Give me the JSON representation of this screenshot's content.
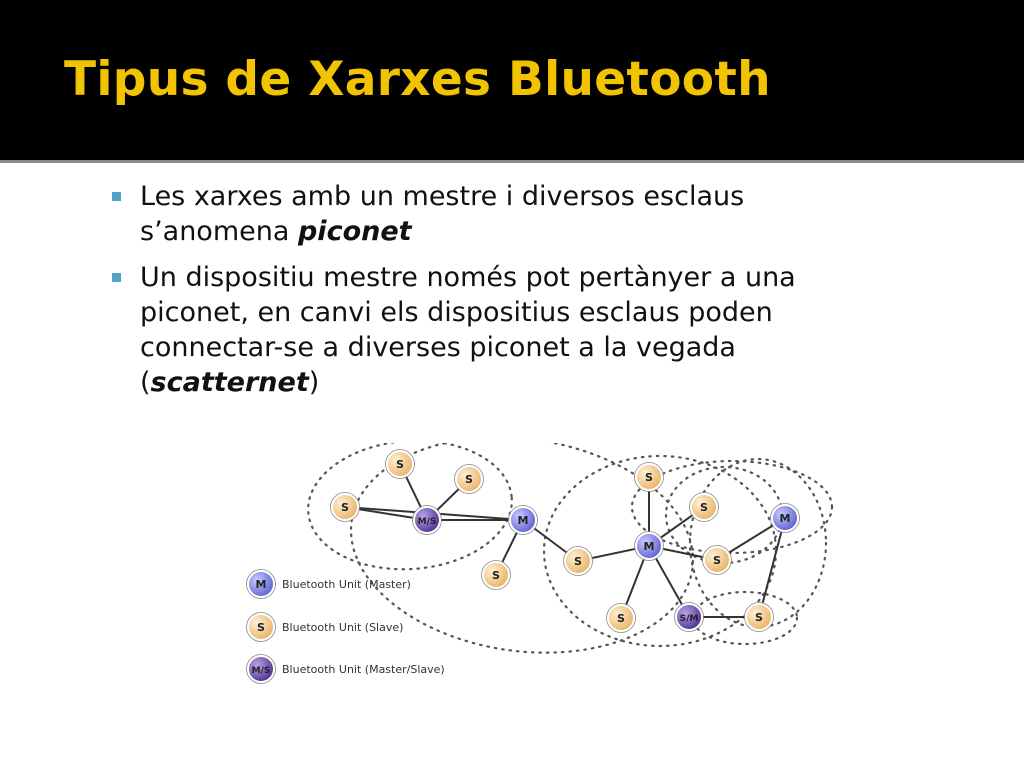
{
  "slide": {
    "title": "Tipus de Xarxes Bluetooth",
    "bullets": [
      {
        "pre": "Les xarxes amb un mestre i diversos esclaus s’anomena ",
        "em": "piconet",
        "post": ""
      },
      {
        "pre": "Un dispositiu mestre només pot pertànyer a una piconet, en canvi els dispositius esclaus poden connectar-se a diverses piconet a la vegada (",
        "em": "scatternet",
        "post": ")"
      }
    ]
  },
  "diagram": {
    "colors": {
      "master": "#6f74d8",
      "slave": "#f1c27d",
      "master_slave": "#6d4fa6",
      "dots": "#555555"
    },
    "legend": [
      {
        "symbol": "M",
        "label": "Bluetooth Unit (Master)",
        "kind": "master"
      },
      {
        "symbol": "S",
        "label": "Bluetooth Unit (Slave)",
        "kind": "slave"
      },
      {
        "symbol": "M/S",
        "label": "Bluetooth Unit (Master/Slave)",
        "kind": "master_slave"
      }
    ],
    "nodes": [
      {
        "id": "s1",
        "label": "S",
        "kind": "slave"
      },
      {
        "id": "s2",
        "label": "S",
        "kind": "slave"
      },
      {
        "id": "s3",
        "label": "S",
        "kind": "slave"
      },
      {
        "id": "ms1",
        "label": "M/S",
        "kind": "master_slave"
      },
      {
        "id": "m1",
        "label": "M",
        "kind": "master"
      },
      {
        "id": "s4",
        "label": "S",
        "kind": "slave"
      },
      {
        "id": "s5",
        "label": "S",
        "kind": "slave"
      },
      {
        "id": "s6",
        "label": "S",
        "kind": "slave"
      },
      {
        "id": "s7",
        "label": "S",
        "kind": "slave"
      },
      {
        "id": "m2",
        "label": "M",
        "kind": "master"
      },
      {
        "id": "s8",
        "label": "S",
        "kind": "slave"
      },
      {
        "id": "s9",
        "label": "S",
        "kind": "slave"
      },
      {
        "id": "sm1",
        "label": "S/M",
        "kind": "master_slave"
      },
      {
        "id": "m3",
        "label": "M",
        "kind": "master"
      },
      {
        "id": "s10",
        "label": "S",
        "kind": "slave"
      }
    ],
    "edges": [
      [
        "s1",
        "ms1"
      ],
      [
        "s2",
        "ms1"
      ],
      [
        "s3",
        "ms1"
      ],
      [
        "ms1",
        "m1"
      ],
      [
        "s3",
        "m1"
      ],
      [
        "m1",
        "s4"
      ],
      [
        "m1",
        "s5"
      ],
      [
        "s5",
        "m2"
      ],
      [
        "m2",
        "s6"
      ],
      [
        "m2",
        "s7"
      ],
      [
        "m2",
        "s8"
      ],
      [
        "m2",
        "s9"
      ],
      [
        "m2",
        "sm1"
      ],
      [
        "s8",
        "m3"
      ],
      [
        "m3",
        "s10"
      ],
      [
        "sm1",
        "s10"
      ]
    ]
  }
}
